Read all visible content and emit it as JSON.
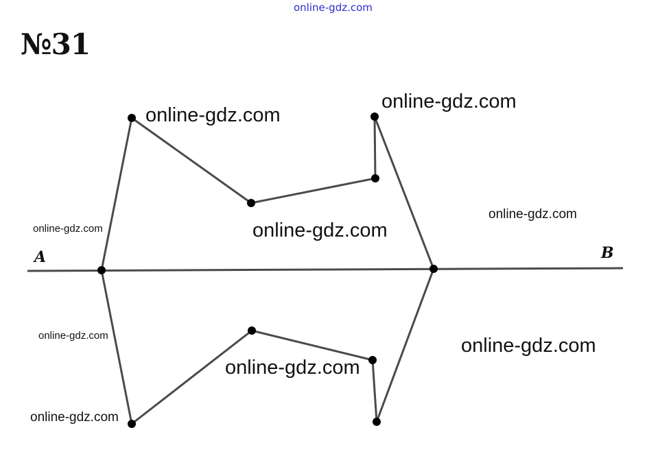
{
  "header": {
    "watermark": "online-gdz.com"
  },
  "problem": {
    "number": "№31"
  },
  "line": {
    "label_left": "A",
    "label_right": "B"
  },
  "watermarks": [
    "online-gdz.com",
    "online-gdz.com",
    "online-gdz.com",
    "online-gdz.com",
    "online-gdz.com",
    "online-gdz.com",
    "online-gdz.com",
    "online-gdz.com",
    "online-gdz.com"
  ],
  "colors": {
    "stroke": "#4a4a4a",
    "point": "#000000",
    "header_watermark": "#2c2ccc"
  }
}
